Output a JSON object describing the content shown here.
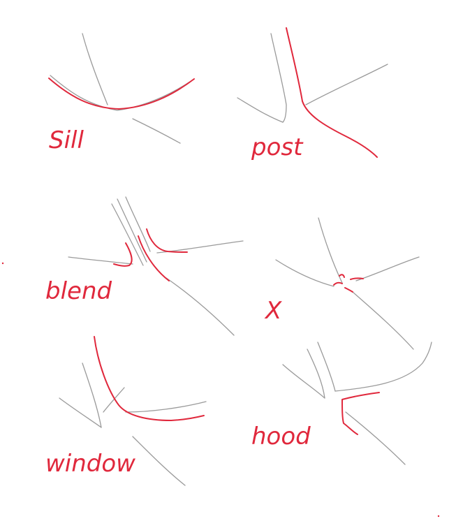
{
  "colors": {
    "pencil": "#9a9a9a",
    "marker": "#e0283c",
    "background": "#ffffff"
  },
  "panels": [
    {
      "id": "sill",
      "label": "Sill"
    },
    {
      "id": "post",
      "label": "post"
    },
    {
      "id": "blend",
      "label": "blend"
    },
    {
      "id": "x",
      "label": "X"
    },
    {
      "id": "window",
      "label": "window"
    },
    {
      "id": "hood",
      "label": "hood"
    }
  ]
}
